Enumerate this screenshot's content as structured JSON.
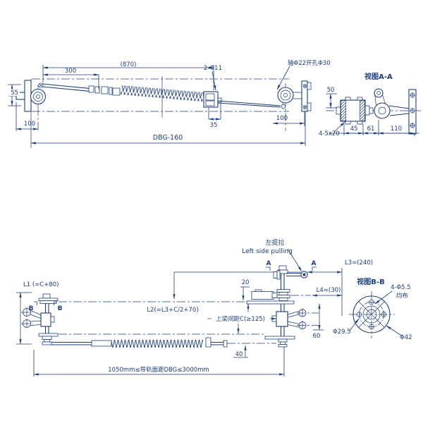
{
  "page": {
    "background": "#ffffff",
    "line_color": "#1d3e7c"
  },
  "top_assembly": {
    "dim_870": "(870)",
    "dim_300": "300",
    "dim_55": "55",
    "dim_100_left": "100",
    "dim_100_right": "100",
    "dim_35": "35",
    "hole_label": "2-Φ11",
    "shaft_label": "轴Φ22开孔Φ30",
    "dim_dbg": "DBG-160"
  },
  "view_aa": {
    "title": "视图A-A",
    "dim_50": "50",
    "slot_label": "4-5x20",
    "dim_45": "45",
    "dim_61": "61",
    "dim_110": "110"
  },
  "bottom_assembly": {
    "pull_label_cn": "左提拉",
    "pull_label_en": "Left side pulling",
    "section_marker_a": "A",
    "section_marker_b": "B",
    "dim_l1": "L1 (=C+80)",
    "dim_l2": "L2(=L3+C/2+70)",
    "dim_l3": "L3=(240)",
    "dim_l4": "L4=(30)",
    "dim_20": "20",
    "dim_40": "40",
    "dim_60": "60",
    "beam_gap_label": "上梁间距C(≥125)",
    "rail_range_label": "1050mm≤导轨面距DBG≤3000mm"
  },
  "view_bb": {
    "title": "视图B-B",
    "holes_label": "4-Φ5.5",
    "holes_label2": "均布",
    "dim_phi29_5": "Φ29.5",
    "dim_phi42": "Φ42"
  }
}
